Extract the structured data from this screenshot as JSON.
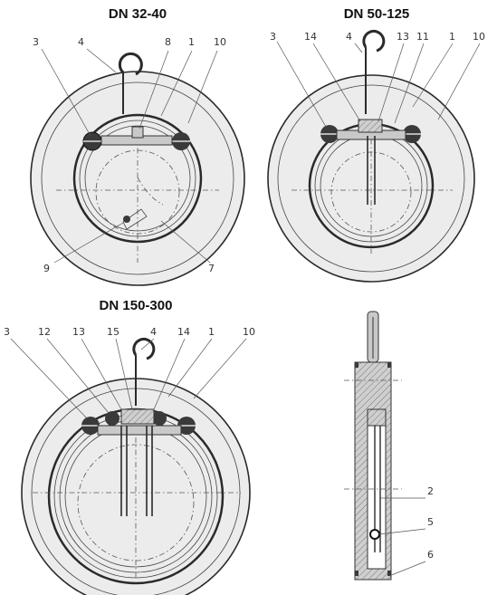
{
  "views": [
    {
      "title": "DN 32-40",
      "callouts": [
        "3",
        "4",
        "8",
        "1",
        "10",
        "9",
        "7"
      ]
    },
    {
      "title": "DN 50-125",
      "callouts": [
        "3",
        "14",
        "4",
        "13",
        "11",
        "1",
        "10"
      ]
    },
    {
      "title": "DN 150-300",
      "callouts": [
        "3",
        "12",
        "13",
        "15",
        "4",
        "14",
        "1",
        "10"
      ]
    },
    {
      "title": "",
      "callouts": [
        "2",
        "5",
        "6"
      ]
    }
  ]
}
